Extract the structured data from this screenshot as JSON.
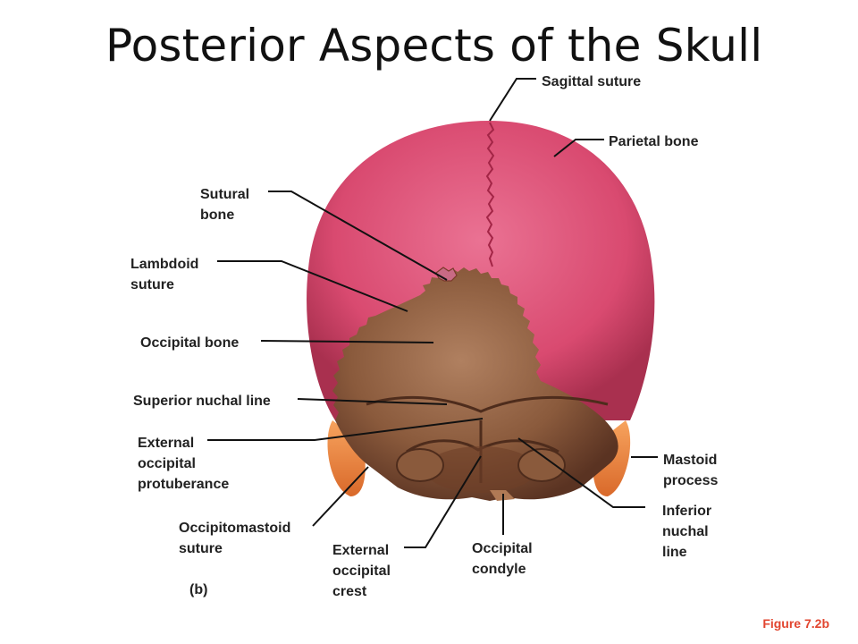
{
  "title": "Posterior Aspects of the Skull",
  "figure_ref": "Figure 7.2b",
  "panel_label": "(b)",
  "labels": {
    "sagittal_suture": "Sagittal suture",
    "parietal_bone": "Parietal bone",
    "sutural_bone": "Sutural bone",
    "lambdoid_suture": "Lambdoid suture",
    "occipital_bone": "Occipital bone",
    "superior_nuchal_line": "Superior nuchal line",
    "external_occipital_protuberance": "External occipital protuberance",
    "occipitomastoid_suture": "Occipitomastoid suture",
    "external_occipital_crest": "External occipital crest",
    "occipital_condyle": "Occipital condyle",
    "mastoid_process": "Mastoid process",
    "inferior_nuchal_line": "Inferior nuchal line"
  },
  "colors": {
    "parietal": "#d94a70",
    "occipital": "#8a5a3c",
    "mastoid": "#f0893a",
    "figure_ref": "#e2452f"
  }
}
